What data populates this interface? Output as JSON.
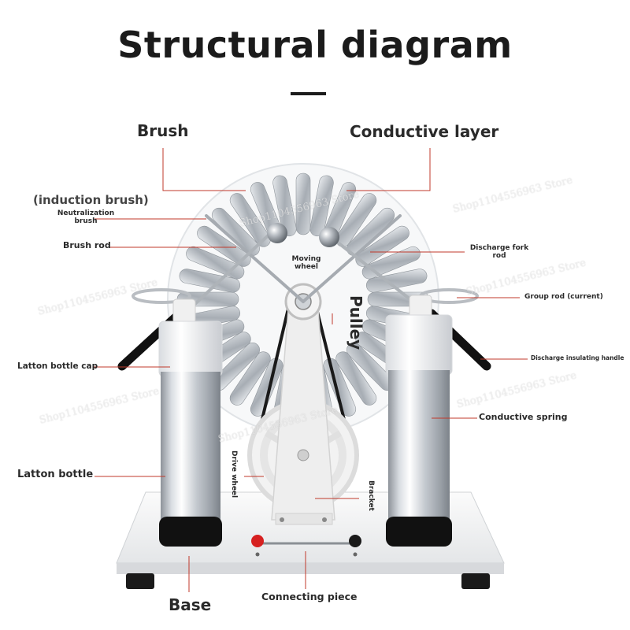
{
  "title": "Structural diagram",
  "labels": {
    "brush": "Brush",
    "conductive_layer": "Conductive layer",
    "induction_brush": "(induction brush)",
    "neutralization_brush_1": "Neutralization",
    "neutralization_brush_2": "brush",
    "brush_rod": "Brush rod",
    "moving_wheel_1": "Moving",
    "moving_wheel_2": "wheel",
    "pulley": "Pulley",
    "discharge_fork_rod_1": "Discharge fork",
    "discharge_fork_rod_2": "rod",
    "group_rod": "Group rod (current)",
    "discharge_insulating_handle": "Discharge insulating handle",
    "latton_bottle_cap": "Latton bottle cap",
    "conductive_spring": "Conductive spring",
    "latton_bottle": "Latton bottle",
    "drive_wheel": "Drive wheel",
    "bracket": "Bracket",
    "base": "Base",
    "connecting_piece": "Connecting piece"
  },
  "watermark": "Shop1104556963 Store",
  "colors": {
    "leader_line": "#c0392b",
    "accent_red": "#d62020",
    "handle_black": "#111111"
  }
}
